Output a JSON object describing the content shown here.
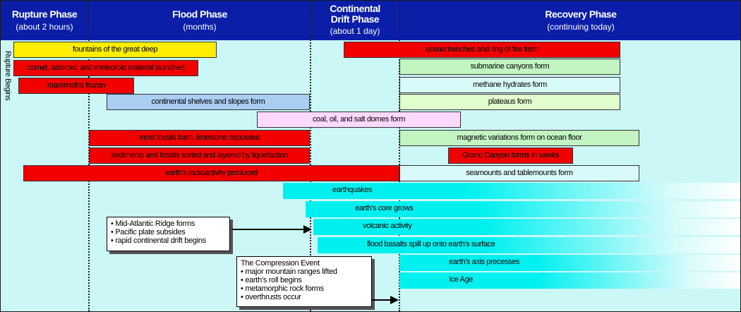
{
  "phases": [
    {
      "title": "Rupture Phase",
      "subtitle": "(about 2 hours)"
    },
    {
      "title": "Flood Phase",
      "subtitle": "(months)"
    },
    {
      "title": "Continental Drift Phase",
      "subtitle": "(about 1 day)"
    },
    {
      "title": "Recovery Phase",
      "subtitle": "(continuing today)"
    }
  ],
  "side_label": "Rupture Begins",
  "colors": {
    "header": "#0a1ea8",
    "background": "#ccf7f7",
    "yellow": "#ffee00",
    "red": "#f20000",
    "light_green": "#c2f5c2",
    "pale_cyan": "#d9fafa",
    "pale_green": "#e0ffcc",
    "light_blue": "#aacdf2",
    "pink": "#ffd9ff",
    "cyan": "#00f0f0"
  },
  "events": [
    {
      "label": "fountains of the great deep",
      "color": "yellow"
    },
    {
      "label": "ocean trenches and ring of fire form",
      "color": "red"
    },
    {
      "label": "comet, asteroid, and meteoroid material launched",
      "color": "red"
    },
    {
      "label": "submarine canyons form",
      "color": "light_green"
    },
    {
      "label": "mammoths frozen",
      "color": "red"
    },
    {
      "label": "methane hydrates form",
      "color": "pale_cyan"
    },
    {
      "label": "continental shelves and slopes form",
      "color": "light_blue"
    },
    {
      "label": "plateaus form",
      "color": "pale_green"
    },
    {
      "label": "coal, oil, and salt domes form",
      "color": "pink"
    },
    {
      "label": "most fossils form, limestone deposited",
      "color": "red"
    },
    {
      "label": "magnetic variations form on ocean floor",
      "color": "light_green"
    },
    {
      "label": "sediments and fossils sorted and layered by liquefaction",
      "color": "red"
    },
    {
      "label": "Grand Canyon forms in weeks",
      "color": "red"
    },
    {
      "label": "earth’s radioactivity produced",
      "color": "red"
    },
    {
      "label": "seamounts and tablemounts form",
      "color": "pale_cyan"
    }
  ],
  "ongoing": [
    {
      "label": "earthquakes"
    },
    {
      "label": "earth’s core grows"
    },
    {
      "label": "volcanic activity"
    },
    {
      "label": "flood basalts spill up onto earth’s surface"
    },
    {
      "label": "earth’s axis precesses"
    },
    {
      "label": "Ice Age"
    }
  ],
  "callout1": {
    "items": [
      "Mid-Atlantic Ridge forms",
      "Pacific plate subsides",
      "rapid continental drift begins"
    ]
  },
  "callout2": {
    "title": "The Compression Event",
    "items": [
      "major mountain ranges lifted",
      "earth’s roll begins",
      "metamorphic rock forms",
      "overthrusts occur"
    ]
  }
}
